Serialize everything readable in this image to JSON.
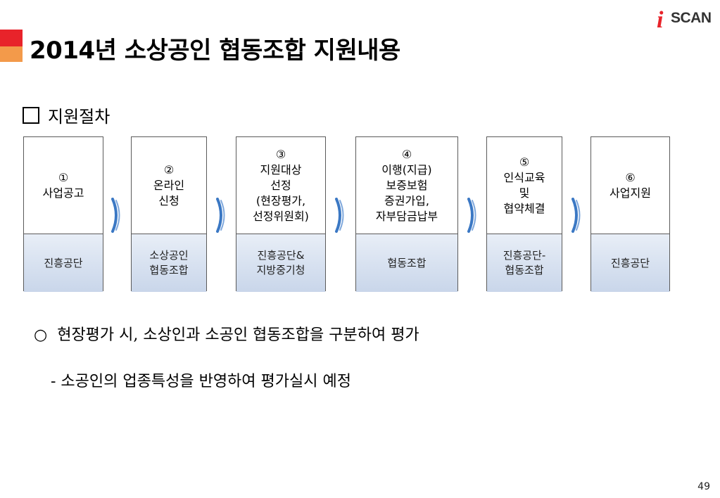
{
  "header": {
    "title": "2014년 소상공인 협동조합 지원내용",
    "logo_text": "SCAN",
    "logo_mark": "i"
  },
  "section": {
    "title": "지원절차"
  },
  "steps": [
    {
      "label": "①\n사업공고",
      "owner": "진흥공단"
    },
    {
      "label": "②\n온라인\n신청",
      "owner": "소상공인\n협동조합"
    },
    {
      "label": "③\n지원대상\n선정\n(현장평가,\n선정위원회)",
      "owner": "진흥공단&\n지방중기청"
    },
    {
      "label": "④\n이행(지급)\n보증보험\n증권가입,\n자부담금납부",
      "owner": "협동조합"
    },
    {
      "label": "⑤\n인식교육\n및\n협약체결",
      "owner": "진흥공단-\n협동조합"
    },
    {
      "label": "⑥\n사업지원",
      "owner": "진흥공단"
    }
  ],
  "notes": {
    "bullet": "○",
    "line1": "현장평가 시, 소상인과 소공인 협동조합을 구분하여 평가",
    "line2": "- 소공인의 업종특성을 반영하여 평가실시 예정"
  },
  "page_number": "49",
  "colors": {
    "accent_red": "#e8232a",
    "accent_orange": "#f39a4a",
    "arrow_blue": "#3b78c4"
  }
}
